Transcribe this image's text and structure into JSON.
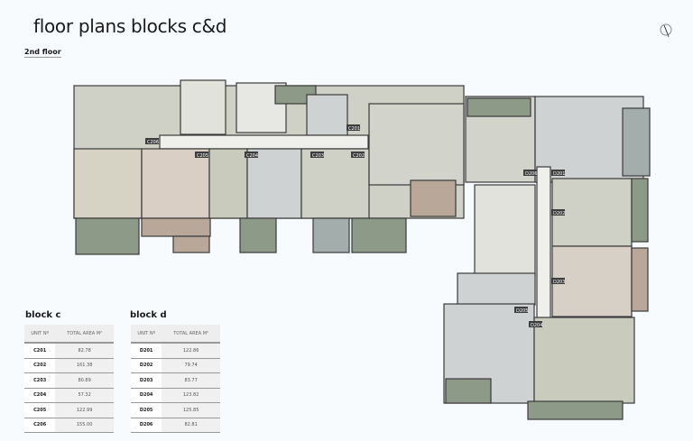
{
  "header": {
    "title": "floor plans blocks c&d",
    "floor": "2nd floor",
    "compass_icon": "compass-icon"
  },
  "plan": {
    "unit_tags": [
      "C201",
      "C202",
      "C203",
      "C204",
      "C205",
      "C206",
      "D201",
      "D202",
      "D203",
      "D204",
      "D205",
      "D206"
    ],
    "colors": {
      "wall": "#3a3a3a",
      "unit_green": "#c9cbbd",
      "unit_grey": "#cfd2d3",
      "veranda_green": "#8e9a88",
      "veranda_brown": "#b9a89a",
      "veranda_grey": "#a3adac",
      "tag_bg": "#3d3d3d"
    }
  },
  "block_c": {
    "label": "block c",
    "headers": [
      "UNIT Nº",
      "TOTAL AREA M²"
    ],
    "rows": [
      [
        "C201",
        "82.78"
      ],
      [
        "C202",
        "161.38"
      ],
      [
        "C203",
        "80.89"
      ],
      [
        "C204",
        "57.32"
      ],
      [
        "C205",
        "122.99"
      ],
      [
        "C206",
        "155.00"
      ]
    ]
  },
  "block_d": {
    "label": "block d",
    "headers": [
      "UNIT Nº",
      "TOTAL AREA M²"
    ],
    "rows": [
      [
        "D201",
        "122.86"
      ],
      [
        "D202",
        "79.74"
      ],
      [
        "D203",
        "83.77"
      ],
      [
        "D204",
        "123.82"
      ],
      [
        "D205",
        "125.85"
      ],
      [
        "D206",
        "82.81"
      ]
    ]
  }
}
